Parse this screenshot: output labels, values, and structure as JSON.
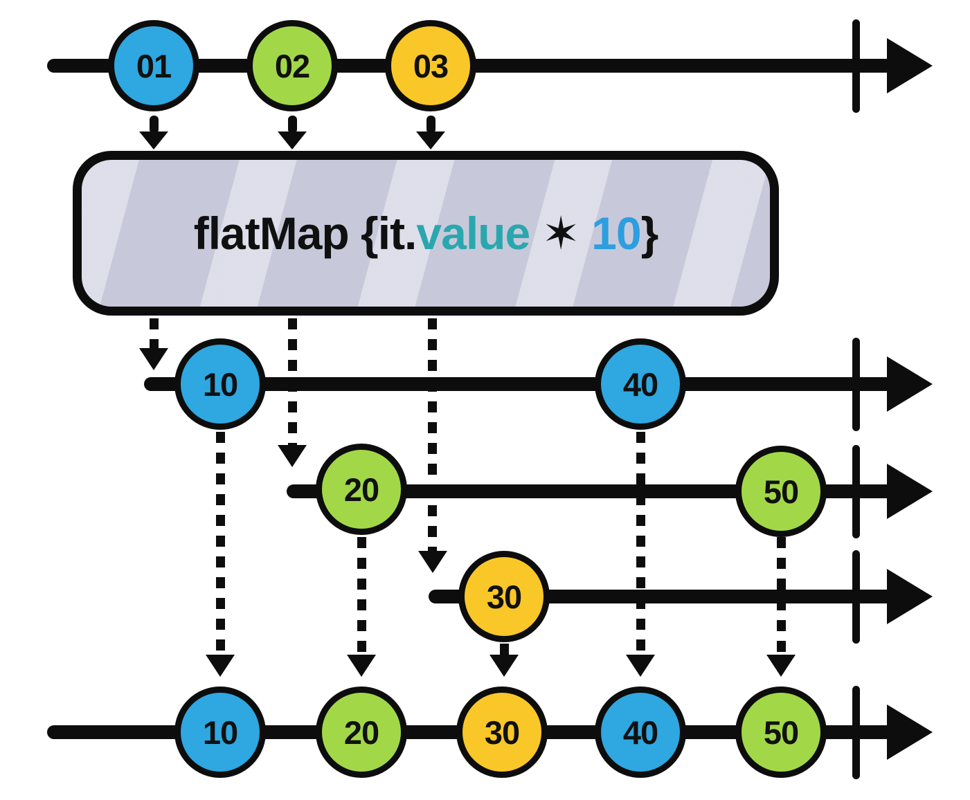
{
  "operator": {
    "prefix": "flatMap {it.",
    "value_word": "value",
    "operator_symbol": " ✶ ",
    "factor": "10",
    "suffix": "}"
  },
  "colors": {
    "blue": "#2fa7e0",
    "green": "#a2d848",
    "yellow": "#f9c727",
    "outline": "#0d0d0d",
    "box_fill": "#c7c9da",
    "box_stripe_highlight": "#d8dae6",
    "value_text": "#2aa7ae",
    "factor_text": "#2d9ee0",
    "background": "#ffffff"
  },
  "timelines": {
    "source": {
      "marbles": [
        {
          "label": "01",
          "color": "blue"
        },
        {
          "label": "02",
          "color": "green"
        },
        {
          "label": "03",
          "color": "yellow"
        }
      ]
    },
    "inner_1": {
      "marbles": [
        {
          "label": "10",
          "color": "blue"
        },
        {
          "label": "40",
          "color": "blue"
        }
      ]
    },
    "inner_2": {
      "marbles": [
        {
          "label": "20",
          "color": "green"
        },
        {
          "label": "50",
          "color": "green"
        }
      ]
    },
    "inner_3": {
      "marbles": [
        {
          "label": "30",
          "color": "yellow"
        }
      ]
    },
    "output": {
      "marbles": [
        {
          "label": "10",
          "color": "blue"
        },
        {
          "label": "20",
          "color": "green"
        },
        {
          "label": "30",
          "color": "yellow"
        },
        {
          "label": "40",
          "color": "blue"
        },
        {
          "label": "50",
          "color": "green"
        }
      ]
    }
  }
}
